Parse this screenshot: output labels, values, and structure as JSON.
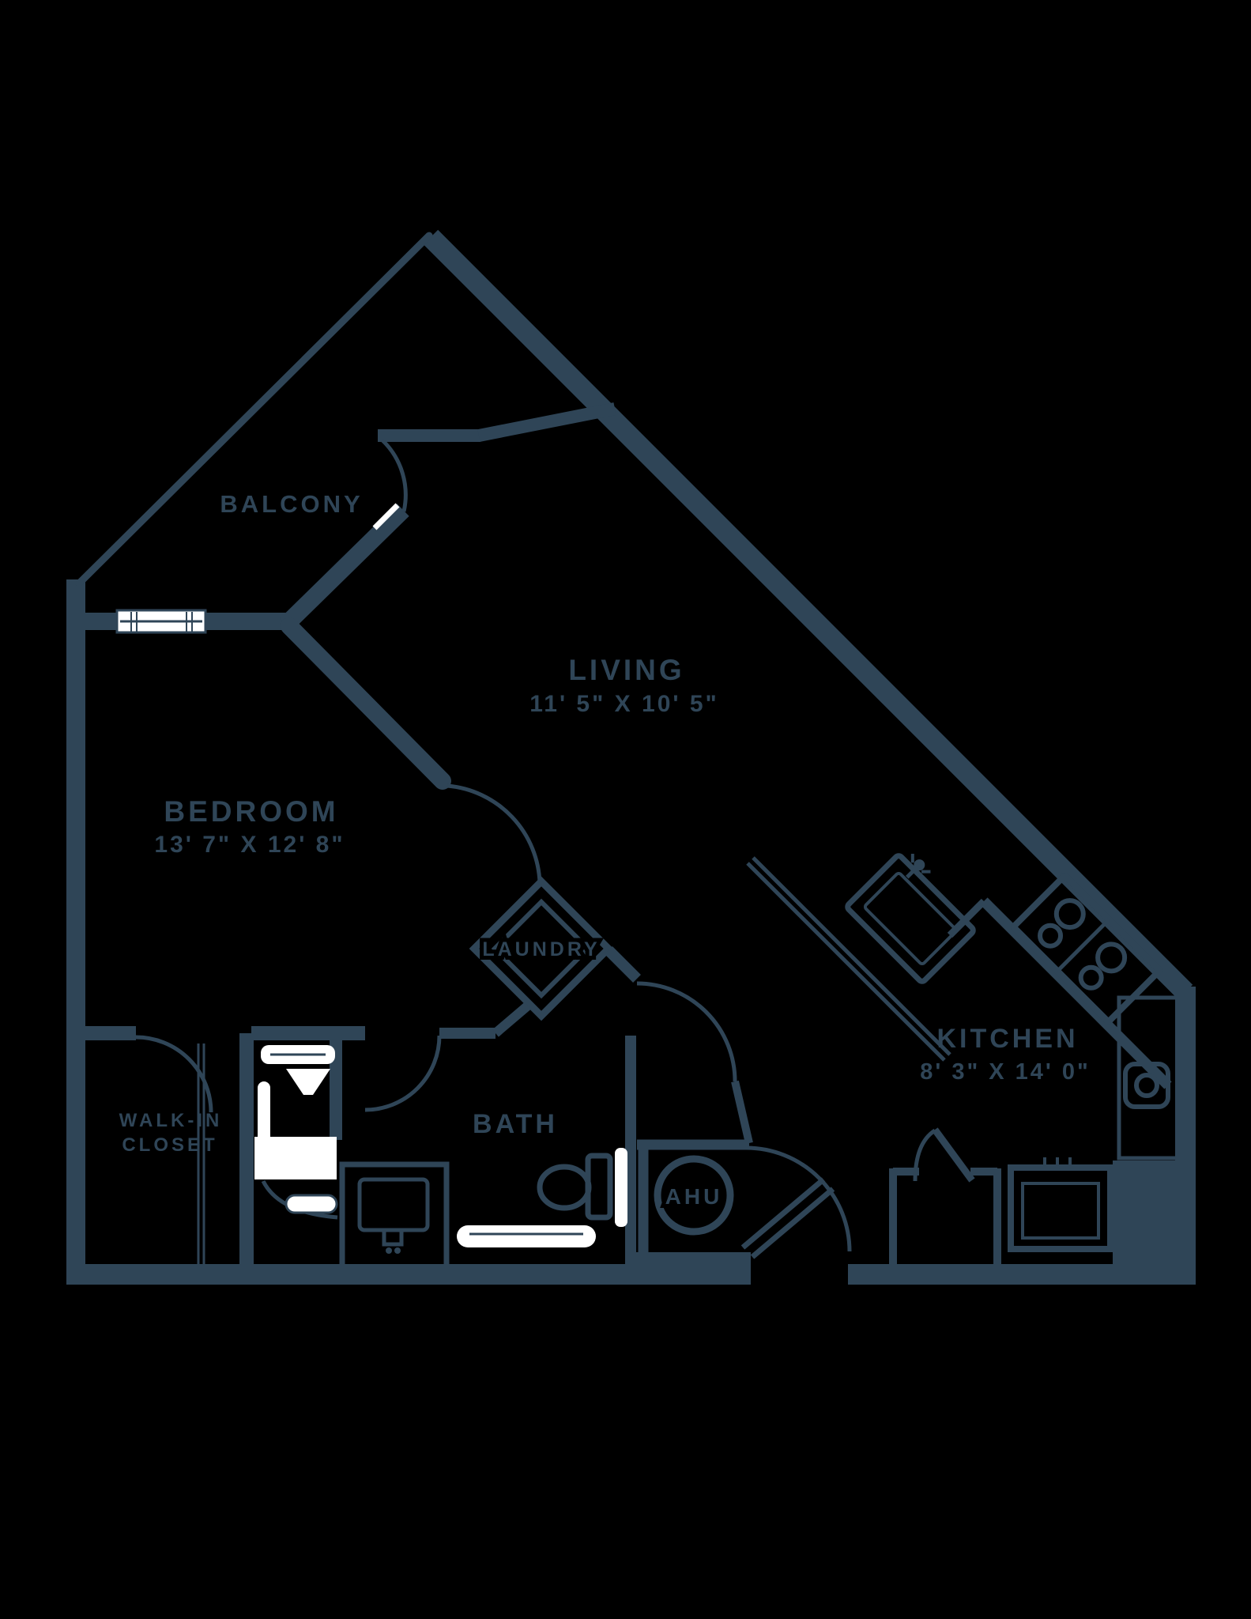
{
  "plan": {
    "type": "apartment-floor-plan",
    "units": "feet-inches"
  },
  "colors": {
    "background": "#000000",
    "wall": "#2F4557",
    "fixture": "#FFFFFF"
  },
  "labels": {
    "balcony": "BALCONY",
    "living": "LIVING",
    "living_dims": "11' 5\" X 10' 5\"",
    "bedroom": "BEDROOM",
    "bedroom_dims": "13' 7\" X 12' 8\"",
    "kitchen": "KITCHEN",
    "kitchen_dims": "8' 3\" X 14' 0\"",
    "walk_in_closet_line1": "WALK-IN",
    "walk_in_closet_line2": "CLOSET",
    "bath": "BATH",
    "laundry": "LAUNDRY",
    "ahu": "AHU"
  }
}
